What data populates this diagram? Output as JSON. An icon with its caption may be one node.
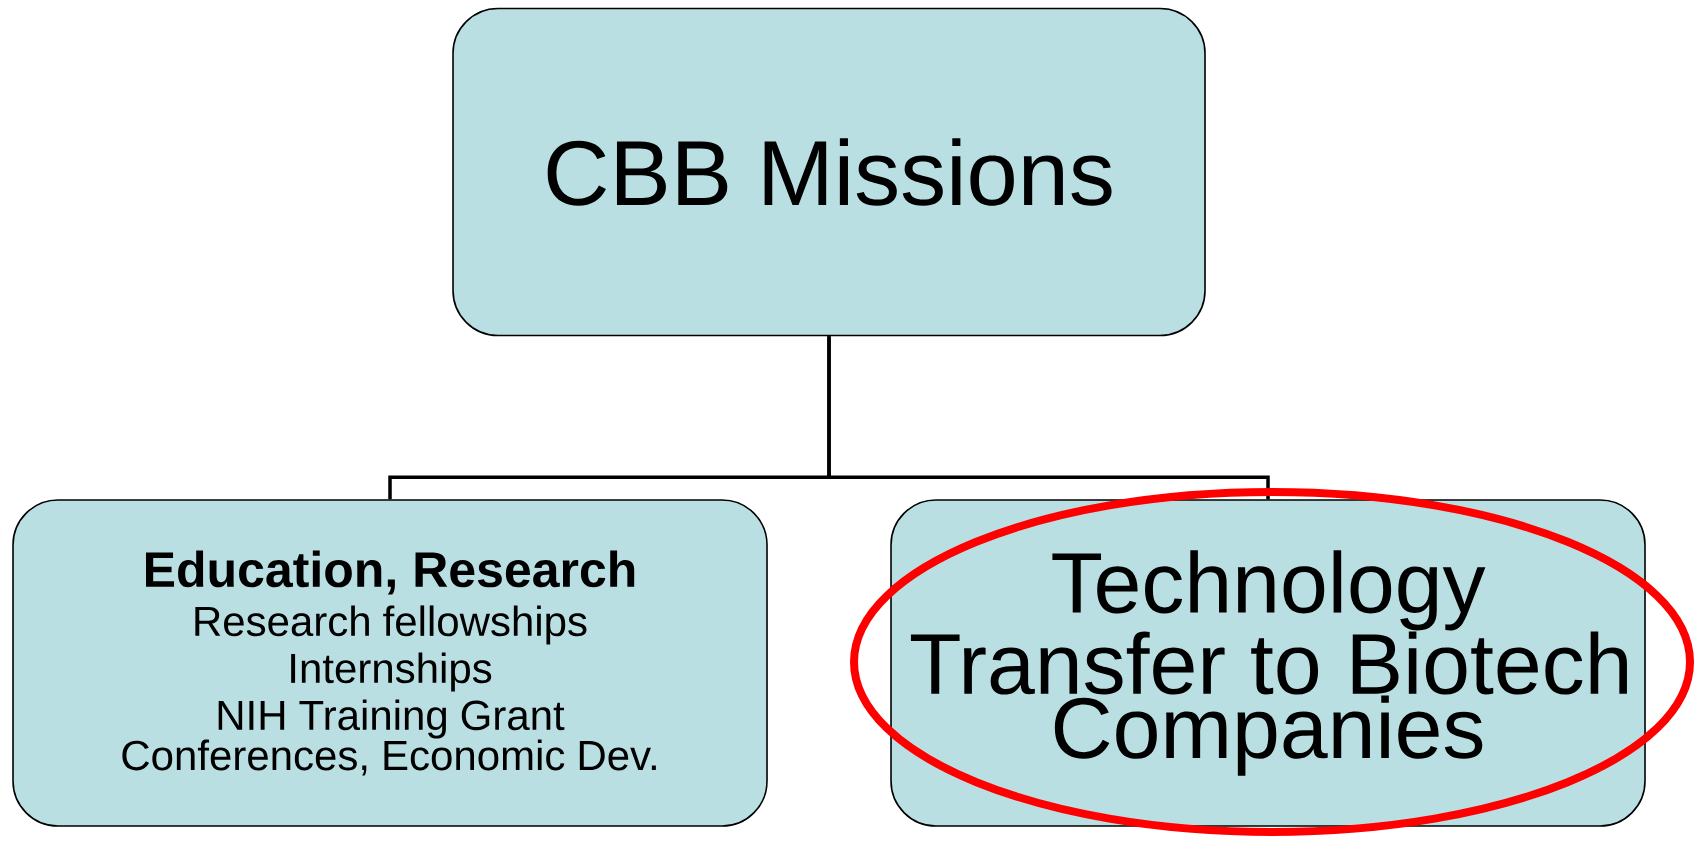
{
  "diagram": {
    "nodes": [
      {
        "text": [
          "CBB Missions"
        ]
      },
      {
        "text": [
          "Education, Research",
          "Research fellowships",
          "Internships",
          "NIH Training Grant",
          "Conferences, Economic Dev."
        ]
      },
      {
        "text": [
          "Technology Transfer to Biotech Companies"
        ]
      }
    ],
    "edges": [
      {
        "from": 0,
        "to": 1,
        "arrow": "none"
      },
      {
        "from": 0,
        "to": 2,
        "arrow": "none"
      }
    ]
  }
}
